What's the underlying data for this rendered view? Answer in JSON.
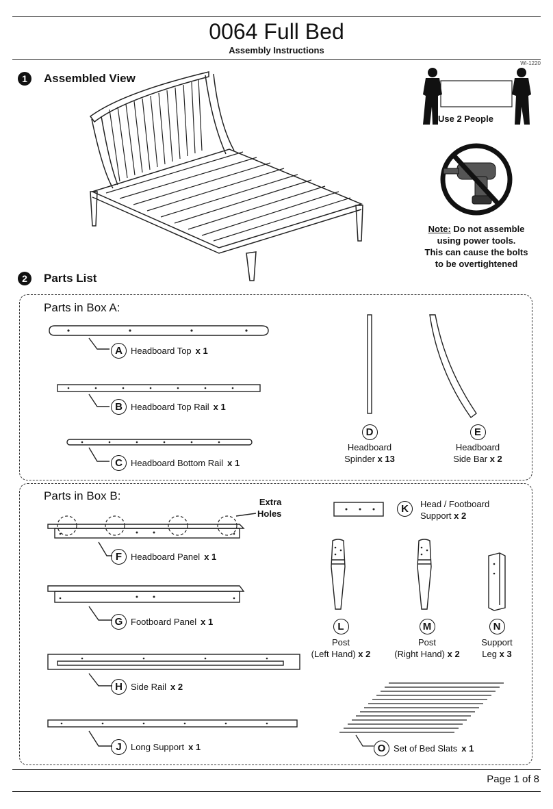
{
  "header": {
    "title": "0064 Full Bed",
    "subtitle": "Assembly Instructions",
    "doc_id": "Wi-1220"
  },
  "steps": [
    {
      "number": "1",
      "title": "Assembled View"
    },
    {
      "number": "2",
      "title": "Parts List"
    }
  ],
  "warnings": {
    "people": "Use 2 People",
    "note_label": "Note:",
    "note_line1": " Do not assemble",
    "note_line2": "using power tools.",
    "note_line3": "This can cause the bolts",
    "note_line4": "to be overtightened"
  },
  "box_a": {
    "label": "Parts in Box A:",
    "parts": [
      {
        "letter": "A",
        "name": "Headboard Top",
        "qty": "x 1"
      },
      {
        "letter": "B",
        "name": "Headboard Top Rail",
        "qty": "x 1"
      },
      {
        "letter": "C",
        "name": "Headboard Bottom Rail",
        "qty": "x 1"
      },
      {
        "letter": "D",
        "line1": "Headboard",
        "line2": "Spinder",
        "qty": "x 13"
      },
      {
        "letter": "E",
        "line1": "Headboard",
        "line2": "Side Bar",
        "qty": "x 2"
      }
    ]
  },
  "box_b": {
    "label": "Parts in Box B:",
    "extra_holes_line1": "Extra",
    "extra_holes_line2": "Holes",
    "parts": [
      {
        "letter": "F",
        "name": "Headboard Panel",
        "qty": "x 1"
      },
      {
        "letter": "G",
        "name": "Footboard Panel",
        "qty": "x 1"
      },
      {
        "letter": "H",
        "name": "Side Rail",
        "qty": "x 2"
      },
      {
        "letter": "J",
        "name": "Long Support",
        "qty": "x 1"
      },
      {
        "letter": "K",
        "line1": "Head / Footboard",
        "line2": "Support",
        "qty": "x 2"
      },
      {
        "letter": "L",
        "line1": "Post",
        "line2": "(Left Hand)",
        "qty": "x 2"
      },
      {
        "letter": "M",
        "line1": "Post",
        "line2": "(Right Hand)",
        "qty": "x 2"
      },
      {
        "letter": "N",
        "line1": "Support",
        "line2": "Leg",
        "qty": "x 3"
      },
      {
        "letter": "O",
        "name": "Set of Bed Slats",
        "qty": "x 1"
      }
    ]
  },
  "footer": {
    "page": "Page 1 of 8"
  }
}
